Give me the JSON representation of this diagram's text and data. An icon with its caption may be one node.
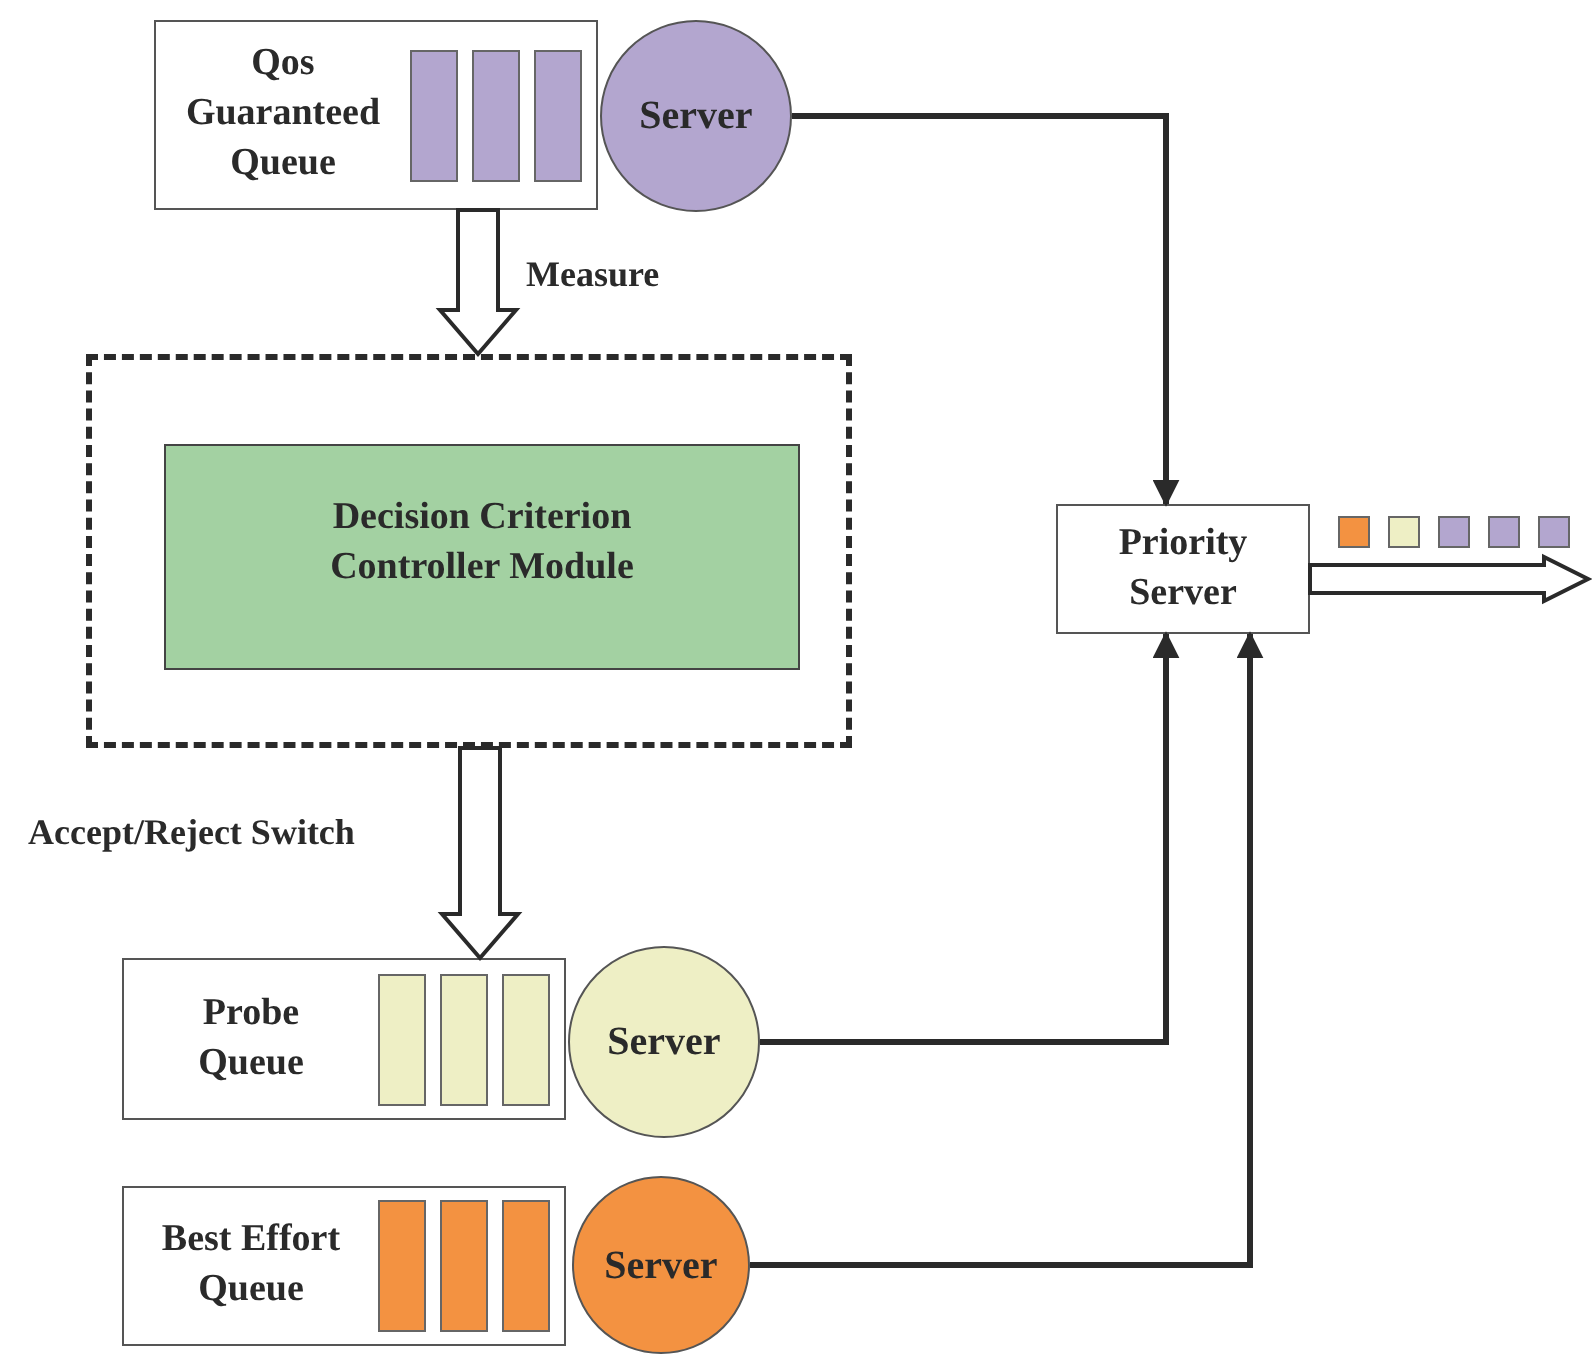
{
  "diagram": {
    "nodes": [
      {
        "text": [
          "Qos Guaranteed Queue"
        ]
      },
      {
        "text": [
          "Server"
        ]
      },
      {
        "text": [],
        "shape": "box"
      },
      {
        "text": [
          "Decision Criterion Controller Module"
        ],
        "in": 2
      },
      {
        "text": [
          "Priority Server"
        ]
      },
      {
        "text": [
          "Probe Queue"
        ]
      },
      {
        "text": [
          "Server"
        ]
      },
      {
        "text": [
          "Best Effort Queue"
        ]
      },
      {
        "text": [
          "Server"
        ]
      }
    ],
    "edges": [
      {
        "from": 1,
        "to": 4,
        "arrow": "to"
      },
      {
        "from": 0,
        "to": 2,
        "arrow": "to",
        "label": "Measure",
        "style": "thick"
      },
      {
        "from": 2,
        "to": 5,
        "arrow": "to",
        "label": "Accept/Reject Switch",
        "style": "thick"
      },
      {
        "from": 6,
        "to": 4,
        "arrow": "to"
      },
      {
        "from": 8,
        "to": 4,
        "arrow": "to"
      },
      {
        "from": 4,
        "to": null,
        "arrow": "to",
        "style": "thick"
      }
    ]
  }
}
